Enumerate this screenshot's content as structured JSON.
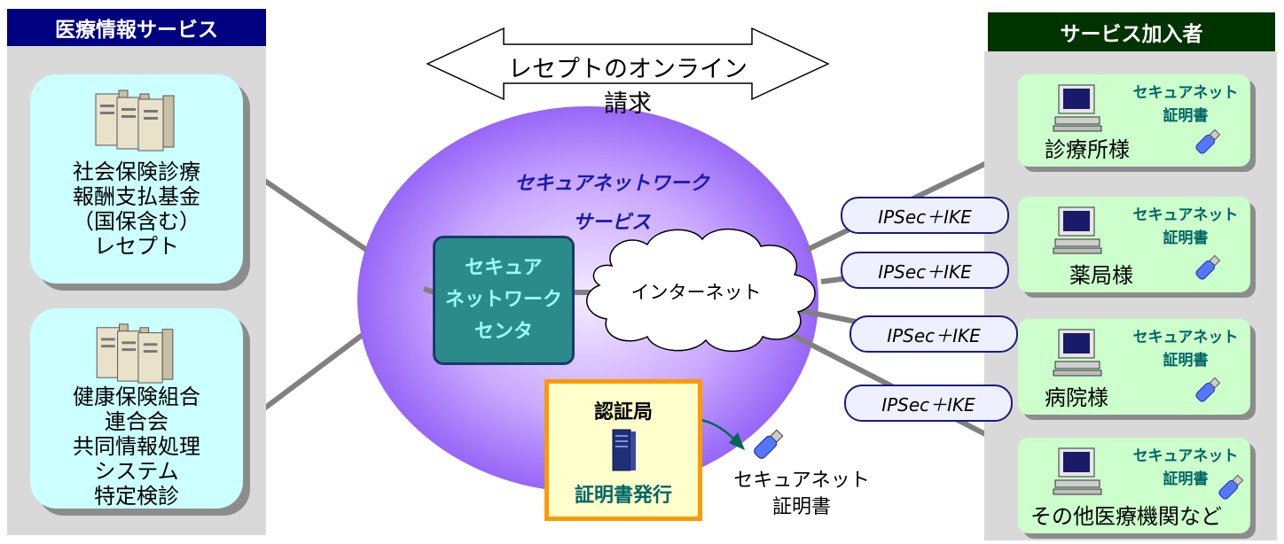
{
  "left_panel": {
    "header": "医療情報サービス",
    "header_color": "#000080",
    "boxes": [
      {
        "label": "社会保険診療\n報酬支払基金\n（国保含む）\nレセプト"
      },
      {
        "label": "健康保険組合\n連合会\n共同情報処理\nシステム\n特定検診"
      }
    ]
  },
  "right_panel": {
    "header": "サービス加入者",
    "header_color": "#003300",
    "subscribers": [
      {
        "label": "診療所様",
        "cert_line1": "セキュアネット",
        "cert_line2": "証明書"
      },
      {
        "label": "薬局様",
        "cert_line1": "セキュアネット",
        "cert_line2": "証明書"
      },
      {
        "label": "病院様",
        "cert_line1": "セキュアネット",
        "cert_line2": "証明書"
      },
      {
        "label": "その他医療機関など",
        "cert_line1": "セキュアネット",
        "cert_line2": "証明書"
      }
    ]
  },
  "arrow_label": "レセプトのオンライン請求",
  "network": {
    "title_line1": "セキュアネットワーク",
    "title_line2": "サービス",
    "center_line1": "セキュア",
    "center_line2": "ネットワーク",
    "center_line3": "センタ",
    "internet": "インターネット"
  },
  "protocol_labels": [
    "IPSec＋IKE",
    "IPSec＋IKE",
    "IPSec＋IKE",
    "IPSec＋IKE"
  ],
  "certificate_authority": {
    "title": "認証局",
    "action": "証明書発行",
    "issued_line1": "セキュアネット",
    "issued_line2": "証明書"
  },
  "icons": [
    "server-icon",
    "pc-icon",
    "usb-key-icon",
    "server-rack-icon"
  ],
  "colors": {
    "ellipse": "#9966ff",
    "center_box": "#2b8b8b",
    "ca_border": "#ff9900",
    "cert_text": "#006666"
  }
}
